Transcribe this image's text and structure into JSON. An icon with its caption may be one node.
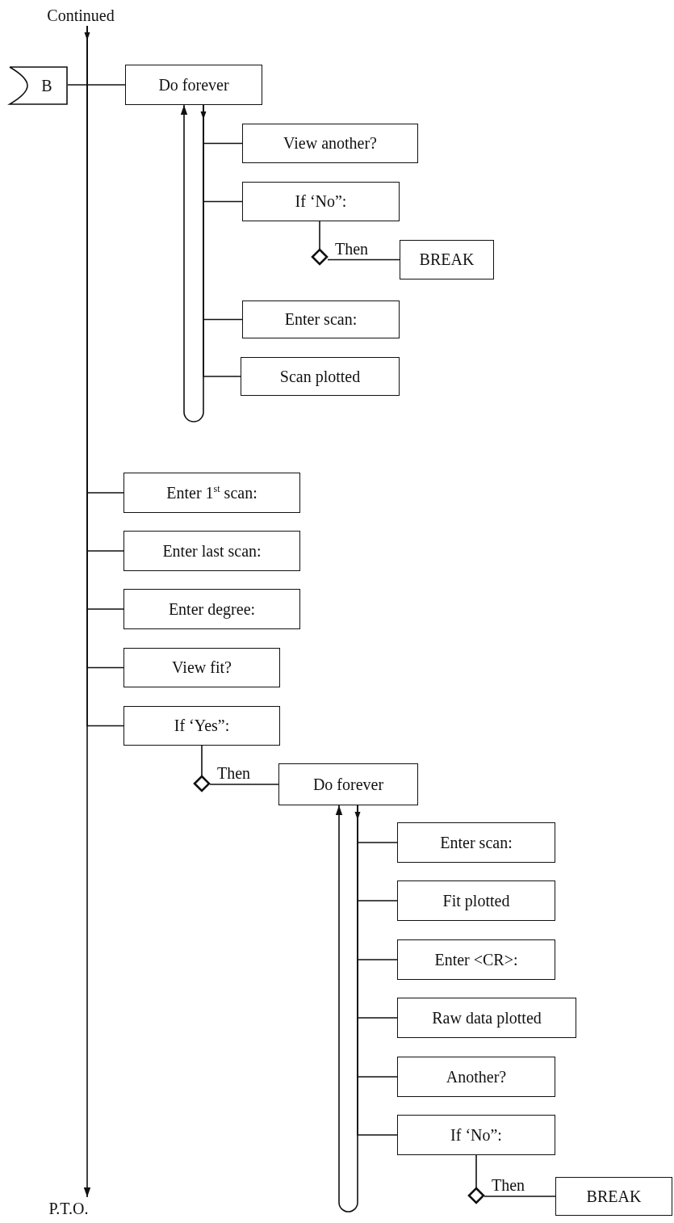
{
  "diagram": {
    "nodes": [
      {
        "text": [
          "Continued"
        ]
      },
      {
        "text": [
          "B"
        ]
      },
      {
        "text": [
          "Do forever"
        ]
      },
      {
        "text": [
          "View another?"
        ]
      },
      {
        "text": [
          "If ‘No”:"
        ]
      },
      {
        "text": [],
        "shape": "diamond"
      },
      {
        "text": [
          "BREAK"
        ]
      },
      {
        "text": [
          "Enter scan:"
        ]
      },
      {
        "text": [
          "Scan plotted"
        ]
      },
      {
        "text": [
          "Enter 1$^{st}$ scan:"
        ]
      },
      {
        "text": [
          "Enter last scan:"
        ]
      },
      {
        "text": [
          "Enter degree:"
        ]
      },
      {
        "text": [
          "View fit?"
        ]
      },
      {
        "text": [
          "If ‘Yes”:"
        ]
      },
      {
        "text": [],
        "shape": "diamond"
      },
      {
        "text": [
          "Do forever"
        ]
      },
      {
        "text": [
          "Enter scan:"
        ]
      },
      {
        "text": [
          "Fit plotted"
        ]
      },
      {
        "text": [
          "Enter <CR>:"
        ]
      },
      {
        "text": [
          "Raw data plotted"
        ]
      },
      {
        "text": [
          "Another?"
        ]
      },
      {
        "text": [
          "If ‘No”:"
        ]
      },
      {
        "text": [],
        "shape": "diamond"
      },
      {
        "text": [
          "BREAK"
        ]
      },
      {
        "text": [
          "P.T.O."
        ]
      }
    ],
    "edges": [
      {
        "from": 0,
        "to": 24,
        "arrow": "to"
      },
      {
        "from": 1,
        "to": 2,
        "arrow": "none"
      },
      {
        "from": 2,
        "to": 3,
        "arrow": "none"
      },
      {
        "from": 2,
        "to": 4,
        "arrow": "none"
      },
      {
        "from": 4,
        "to": 5,
        "arrow": "none"
      },
      {
        "from": 5,
        "to": 6,
        "arrow": "none",
        "label": "Then"
      },
      {
        "from": 2,
        "to": 7,
        "arrow": "none"
      },
      {
        "from": 2,
        "to": 8,
        "arrow": "none"
      },
      {
        "from": 2,
        "to": 2,
        "arrow": "to"
      },
      {
        "from": 0,
        "to": 9,
        "arrow": "none"
      },
      {
        "from": 0,
        "to": 10,
        "arrow": "none"
      },
      {
        "from": 0,
        "to": 11,
        "arrow": "none"
      },
      {
        "from": 0,
        "to": 12,
        "arrow": "none"
      },
      {
        "from": 0,
        "to": 13,
        "arrow": "none"
      },
      {
        "from": 13,
        "to": 14,
        "arrow": "none"
      },
      {
        "from": 14,
        "to": 15,
        "arrow": "none",
        "label": "Then"
      },
      {
        "from": 15,
        "to": 16,
        "arrow": "none"
      },
      {
        "from": 15,
        "to": 17,
        "arrow": "none"
      },
      {
        "from": 15,
        "to": 18,
        "arrow": "none"
      },
      {
        "from": 15,
        "to": 19,
        "arrow": "none"
      },
      {
        "from": 15,
        "to": 20,
        "arrow": "none"
      },
      {
        "from": 15,
        "to": 21,
        "arrow": "none"
      },
      {
        "from": 21,
        "to": 22,
        "arrow": "none"
      },
      {
        "from": 22,
        "to": 23,
        "arrow": "none",
        "label": "Then"
      },
      {
        "from": 15,
        "to": 15,
        "arrow": "to"
      }
    ]
  }
}
